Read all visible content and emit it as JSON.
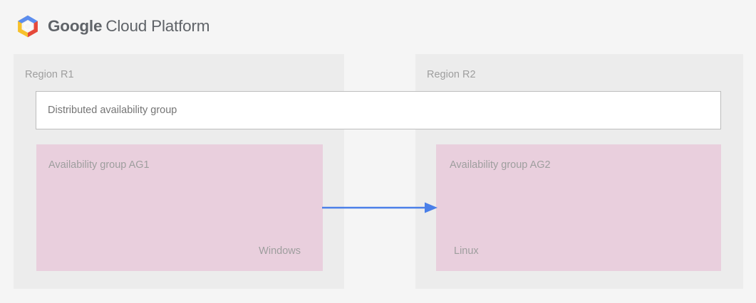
{
  "header": {
    "logo_icon": "google-cloud-platform-hexagon-logo",
    "brand_primary": "Google",
    "brand_secondary": "Cloud Platform"
  },
  "diagram": {
    "regions": [
      {
        "id": "r1",
        "label": "Region R1",
        "availability_group": {
          "title": "Availability group AG1",
          "os": "Windows"
        }
      },
      {
        "id": "r2",
        "label": "Region R2",
        "availability_group": {
          "title": "Availability group AG2",
          "os": "Linux"
        }
      }
    ],
    "distributed_group": {
      "label": "Distributed availability group"
    },
    "arrow": {
      "icon": "right-arrow-icon",
      "direction": "left-to-right",
      "from": "Availability group AG1",
      "to": "Availability group AG2"
    }
  },
  "colors": {
    "page_background": "#f5f5f5",
    "region_fill": "#ececec",
    "availability_group_fill": "#e9cfdd",
    "banner_fill": "#ffffff",
    "banner_border": "#bdbdbd",
    "arrow": "#4a7fe8",
    "muted_text": "#9e9e9e",
    "body_text": "#757575",
    "brand_text": "#5f6368",
    "logo_blue": "#5b8def",
    "logo_yellow": "#f7c12c",
    "logo_red": "#e5493a"
  }
}
